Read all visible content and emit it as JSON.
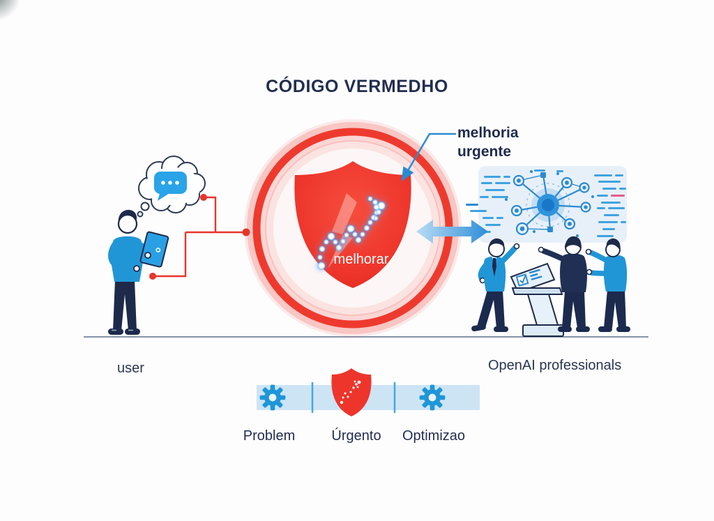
{
  "title": "CÓDIGO VERMEDHO",
  "callout": {
    "label": "melhoria\nurgente"
  },
  "shield": {
    "label": "melhorar"
  },
  "actors": {
    "user_label": "user",
    "professionals_label": "OpenAI professionals"
  },
  "process": {
    "steps": [
      {
        "label": "Problem",
        "icon": "gear-icon"
      },
      {
        "label": "Úrgento",
        "icon": "shield-icon"
      },
      {
        "label": "Optimizao",
        "icon": "gear-icon"
      }
    ]
  },
  "colors": {
    "accent_red": "#ee352b",
    "accent_blue": "#2196d6",
    "navy_text": "#222d4f",
    "panel_blue": "#e7f0f9",
    "band_blue": "#cde4f5"
  }
}
